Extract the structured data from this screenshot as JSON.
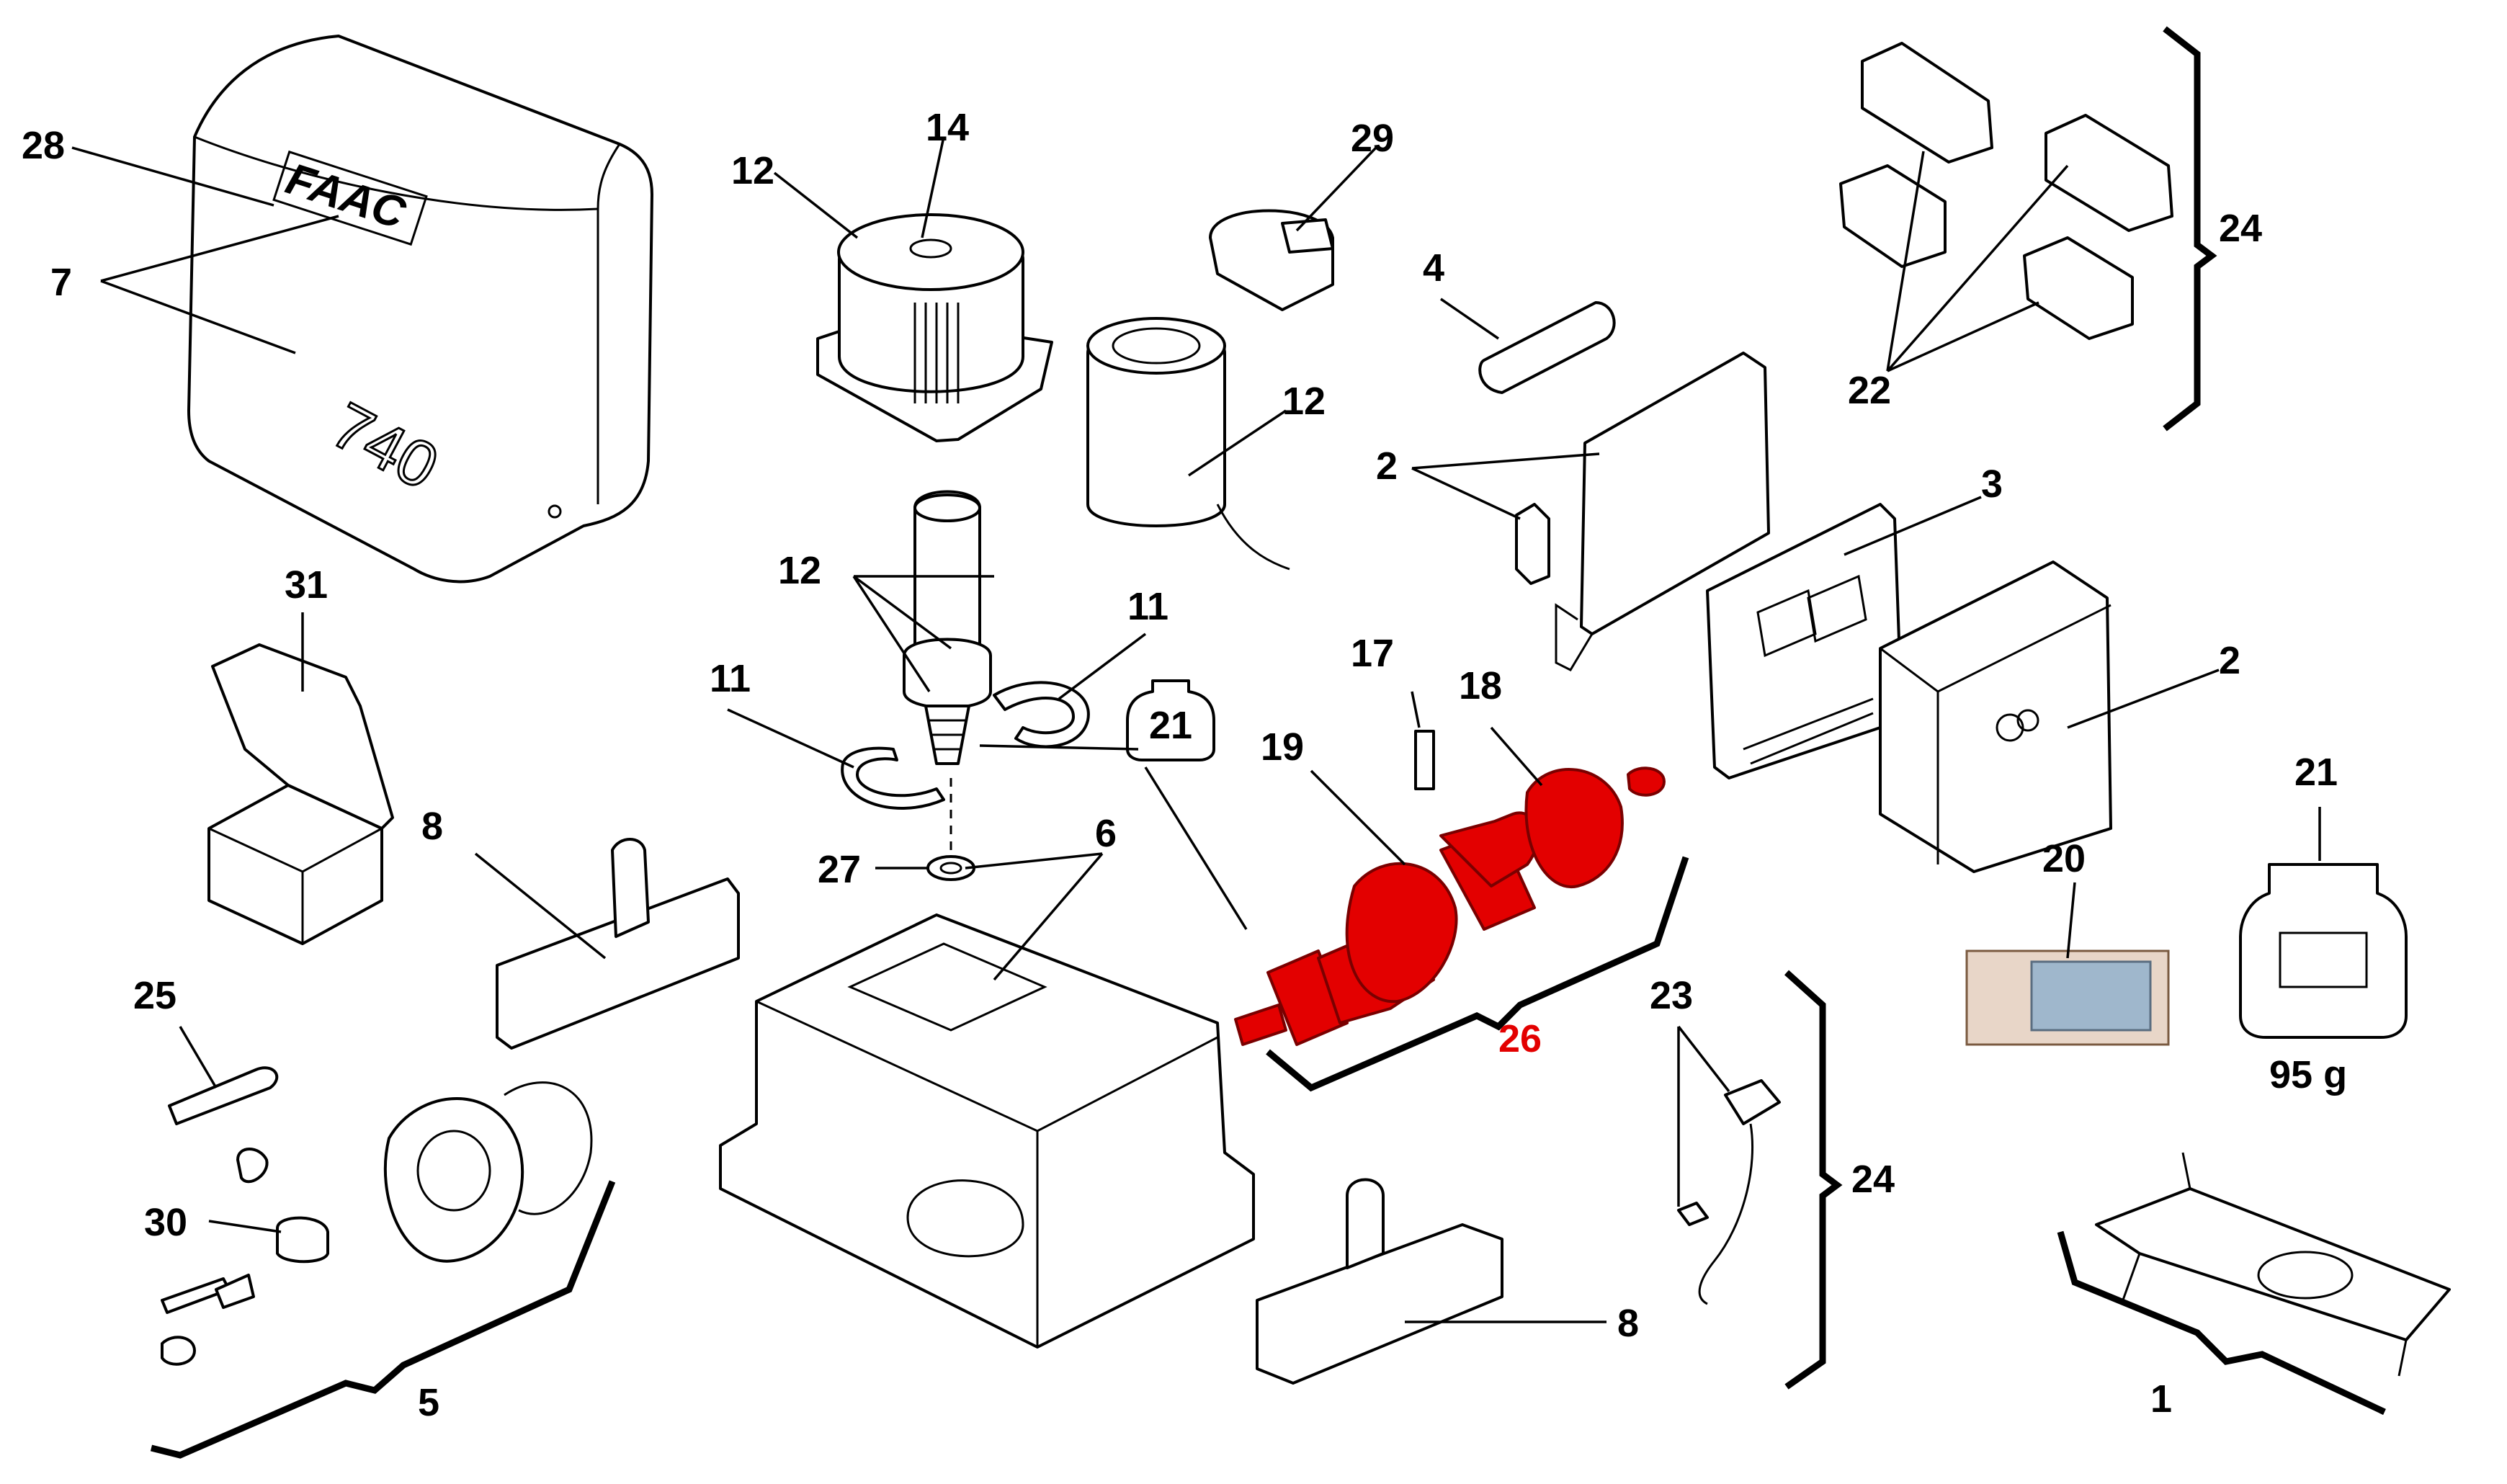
{
  "diagram": {
    "highlight_color": "#e30000",
    "brand_text": "FAAC",
    "model_text": "740",
    "grease_weight": "95 g",
    "jar_label": "21",
    "callouts": [
      {
        "id": "c28",
        "text": "28"
      },
      {
        "id": "c7",
        "text": "7"
      },
      {
        "id": "c12a",
        "text": "12"
      },
      {
        "id": "c14",
        "text": "14"
      },
      {
        "id": "c29",
        "text": "29"
      },
      {
        "id": "c12b",
        "text": "12"
      },
      {
        "id": "c4",
        "text": "4"
      },
      {
        "id": "c2a",
        "text": "2"
      },
      {
        "id": "c22",
        "text": "22"
      },
      {
        "id": "c24a",
        "text": "24"
      },
      {
        "id": "c3",
        "text": "3"
      },
      {
        "id": "c2b",
        "text": "2"
      },
      {
        "id": "c12c",
        "text": "12"
      },
      {
        "id": "c11a",
        "text": "11"
      },
      {
        "id": "c11b",
        "text": "11"
      },
      {
        "id": "c31",
        "text": "31"
      },
      {
        "id": "c21a",
        "text": "21"
      },
      {
        "id": "c17",
        "text": "17"
      },
      {
        "id": "c18",
        "text": "18"
      },
      {
        "id": "c19",
        "text": "19"
      },
      {
        "id": "c21b",
        "text": "21"
      },
      {
        "id": "c8a",
        "text": "8"
      },
      {
        "id": "c27",
        "text": "27"
      },
      {
        "id": "c6",
        "text": "6"
      },
      {
        "id": "c20",
        "text": "20"
      },
      {
        "id": "c26",
        "text": "26"
      },
      {
        "id": "c23",
        "text": "23"
      },
      {
        "id": "c25",
        "text": "25"
      },
      {
        "id": "c30",
        "text": "30"
      },
      {
        "id": "c24b",
        "text": "24"
      },
      {
        "id": "c8b",
        "text": "8"
      },
      {
        "id": "c5",
        "text": "5"
      },
      {
        "id": "c1",
        "text": "1"
      }
    ]
  }
}
